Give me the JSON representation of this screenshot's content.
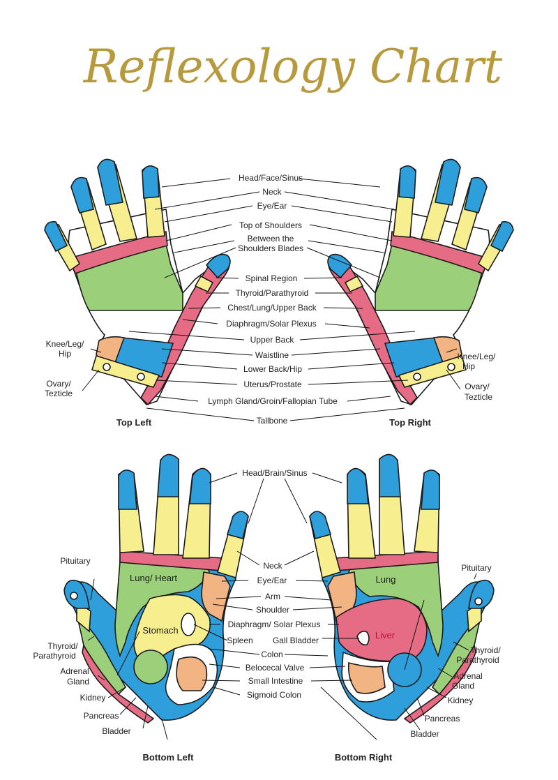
{
  "title": "Reflexology Chart",
  "colors": {
    "blue": "#2f9fdc",
    "yellow": "#f7ef8f",
    "pink": "#e66b84",
    "green": "#9ccf7a",
    "orange": "#f2b483",
    "title_gold": "#b89a3e"
  },
  "top_labels": {
    "head": "Head/Face/Sinus",
    "neck": "Neck",
    "eye": "Eye/Ear",
    "shoulders": "Top of Shoulders",
    "between_1": "Between the",
    "between_2": "Shoulders Blades",
    "spinal": "Spinal Region",
    "thyroid": "Thyroid/Parathyroid",
    "chest": "Chest/Lung/Upper Back",
    "diaphragm": "Diaphragm/Solar Plexus",
    "upper_back": "Upper Back",
    "waistline": "Waistline",
    "lower_back": "Lower Back/Hip",
    "uterus": "Uterus/Prostate",
    "lymph": "Lymph Gland/Groin/Fallopian Tube",
    "tailbone": "Tallbone",
    "knee_1": "Knee/Leg/",
    "knee_2": "Hip",
    "ovary_1": "Ovary/",
    "ovary_2": "Tezticle"
  },
  "bottom_labels": {
    "head": "Head/Brain/Sinus",
    "neck": "Neck",
    "eye": "Eye/Ear",
    "arm": "Arm",
    "shoulder": "Shoulder",
    "diaphragm": "Diaphragm/ Solar Plexus",
    "spleen": "Spleen",
    "gall": "Gall Bladder",
    "colon": "Colon",
    "belocecal": "Belocecal Valve",
    "small_intestine": "Small Intestine",
    "sigmoid": "Sigmoid Colon",
    "pituitary": "Pituitary",
    "thyroid_1": "Thyroid/",
    "thyroid_2": "Parathyroid",
    "adrenal_1": "Adrenal",
    "adrenal_2": "Gland",
    "kidney": "Kidney",
    "pancreas": "Pancreas",
    "bladder": "Bladder",
    "lung_heart": "Lung/ Heart",
    "lung": "Lung",
    "stomach": "Stomach",
    "liver": "Liver"
  },
  "captions": {
    "top_left": "Top Left",
    "top_right": "Top Right",
    "bottom_left": "Bottom Left",
    "bottom_right": "Bottom Right"
  }
}
